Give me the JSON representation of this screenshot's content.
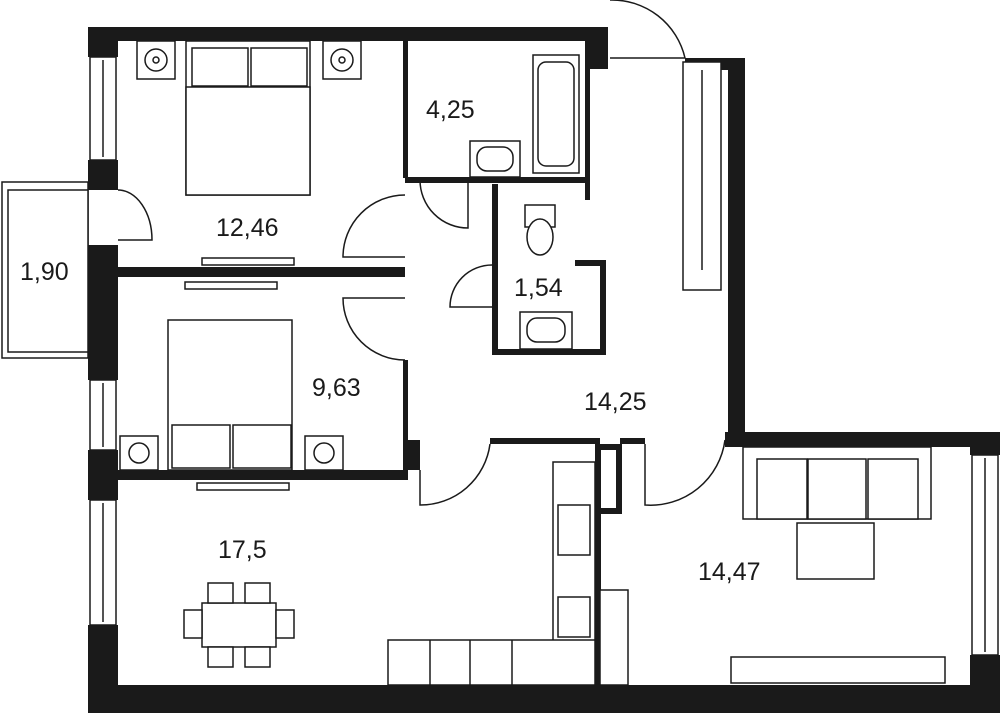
{
  "plan": {
    "rooms": [
      {
        "id": "bedroom-1",
        "area": "12,46"
      },
      {
        "id": "balcony",
        "area": "1,90"
      },
      {
        "id": "bathroom",
        "area": "4,25"
      },
      {
        "id": "toilet",
        "area": "1,54"
      },
      {
        "id": "bedroom-2",
        "area": "9,63"
      },
      {
        "id": "hallway",
        "area": "14,25"
      },
      {
        "id": "kitchen-dining",
        "area": "17,5"
      },
      {
        "id": "living-room",
        "area": "14,47"
      }
    ],
    "colors": {
      "wall": "#1a1a1a",
      "background": "#ffffff"
    }
  }
}
